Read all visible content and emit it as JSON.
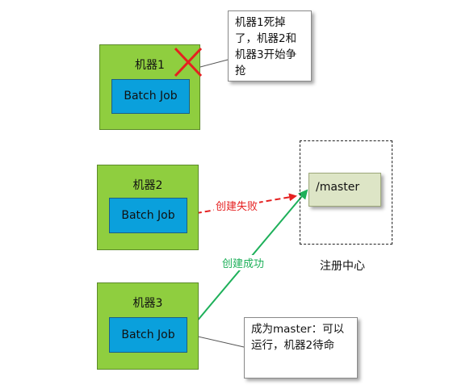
{
  "machines": [
    {
      "title": "机器1",
      "job": "Batch Job"
    },
    {
      "title": "机器2",
      "job": "Batch Job"
    },
    {
      "title": "机器3",
      "job": "Batch Job"
    }
  ],
  "notes": {
    "machine1_dead": "机器1死掉了，机器2和机器3开始争抢",
    "machine3_master": "成为master：可以运行，机器2待命"
  },
  "registry": {
    "node": "/master",
    "caption": "注册中心"
  },
  "arrows": {
    "failed": "创建失败",
    "success": "创建成功"
  },
  "colors": {
    "machine_fill": "#8fce3f",
    "job_fill": "#0aa0dc",
    "fail_arrow": "#e52020",
    "success_arrow": "#1eb05a",
    "cross": "#e52020"
  }
}
